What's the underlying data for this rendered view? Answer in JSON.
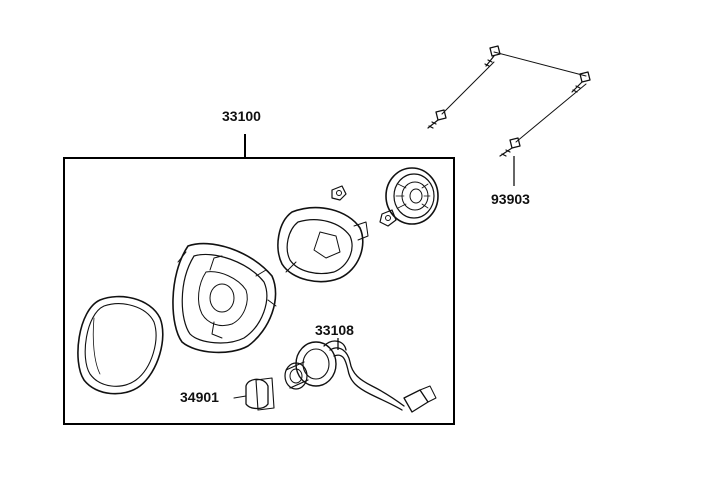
{
  "labels": {
    "assembly": "33100",
    "socket": "33108",
    "bulb": "34901",
    "screws": "93903"
  },
  "colors": {
    "line": "#111111",
    "frame": "#000000",
    "background": "#ffffff",
    "shade_light": "#d8d8d8",
    "shade_dark": "#6e6e6e"
  }
}
